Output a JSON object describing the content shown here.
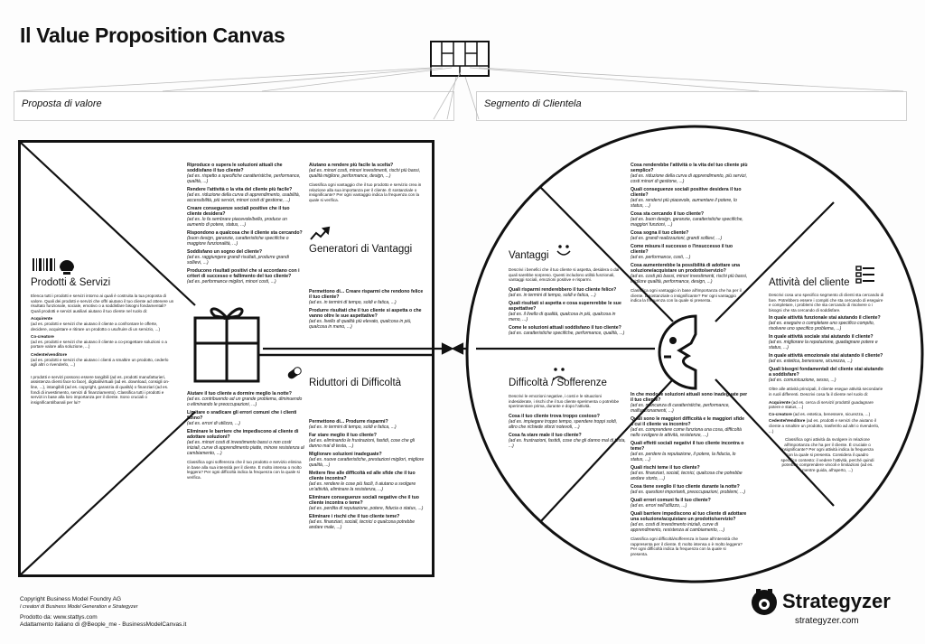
{
  "title": "Il Value Proposition Canvas",
  "banners": {
    "left": "Proposta di valore",
    "right": "Segmento di Clientela"
  },
  "vp": {
    "products": {
      "title": "Prodotti & Servizi",
      "text": "Elenca tutti i prodotti e servizi intorno ai quali è costruita la tua proposta di valore. Quali dei prodotti e servizi che offri aiutano il tuo cliente ad ottenere un risultato funzionale, sociale, emotivo o a soddisfare bisogni fondamentali? Quali prodotti e servizi ausiliari aiutano il tuo cliente nel ruolo di:",
      "roles": [
        {
          "name": "Acquirente",
          "text": "(ad es. prodotti e servizi che aiutano il cliente a confrontare le offerte, decidere, acquistare e ritirare un prodotto o usufruire di un servizio, ...)"
        },
        {
          "name": "Co-creatore",
          "text": "(ad es. prodotti e servizi che aiutano il cliente a co-progettare soluzioni o a portare valore alla soluzione, ...)"
        },
        {
          "name": "Cedente/venditore",
          "text": "(ad es. prodotti e servizi che aiutano i clienti a smaltire un prodotto, cederlo agli altri o rivenderlo, ...)"
        }
      ],
      "extra": "I prodotti e servizi possono essere tangibili (ad es. prodotti manufatturieri, assistenza clienti face to face), digitali/virtuali (ad es. download, consigli on-line, ...), intangibili (ad es. copyright, garanzia di qualità) o finanziari (ad es. fondi di investimento, servizi di finanziamento). Classifica tutti i prodotti e servizi in base alla loro importanza per il cliente. Sono cruciali o insignificanti/banali per lui?"
    },
    "gain_creators": {
      "title": "Generatori di Vantaggi",
      "questions": [
        {
          "q": "Riproduce o supera le soluzioni attuali che soddisfano il tuo cliente?",
          "hint": "(ad es. rispetto a specifiche caratteristiche, performance, qualità, ...)"
        },
        {
          "q": "Rendere l'attività o la vita del cliente più facile?",
          "hint": "(ad es. riduzione della curva di apprendimento, usabilità, accessibilità, più servizi, minori costi di gestione, ...)"
        },
        {
          "q": "Creare conseguenze sociali positive che il tuo cliente desidera?",
          "hint": "(ad es. lo fa sembrare piacevole/bello, produce un aumento di potere, status, ...)"
        },
        {
          "q": "Rispondono a qualcosa che il cliente sta cercando?",
          "hint": "(buon design, garanzie, caratteristiche specifiche o maggiore funzionalità, ...)"
        },
        {
          "q": "Soddisfano un sogno del cliente?",
          "hint": "(ad es. raggiungere grandi risultati, produrre grandi sollievi, ...)"
        },
        {
          "q": "Producono risultati positivi che si accordano con i criteri di successo e fallimento del tuo cliente?",
          "hint": "(ad es. performance migliori, minori costi, ...)"
        },
        {
          "q": "Aiutano a rendere più facile la scelta?",
          "hint": "(ad es. minori costi, minori investimenti, rischi più bassi, qualità migliore, performance, design, ...)"
        }
      ],
      "extra": "Classifica ogni vantaggio che il tuo prodotto e servizio crea in relazione alla sua importanza per il cliente. È sostanziale o insignificante? Per ogni vantaggio indica la frequenza con la quale si verifica.",
      "more": [
        {
          "q": "Permettono di... Creare risparmi che rendono felice il tuo cliente?",
          "hint": "(ad es. in termini di tempo, soldi e fatica, ...)"
        },
        {
          "q": "Produrre risultati che il tuo cliente si aspetta o che vanno oltre le sue aspettative?",
          "hint": "(ad es. livello di qualità più elevato, qualcosa in più, qualcosa in meno, ...)"
        }
      ]
    },
    "pain_relievers": {
      "title": "Riduttori di Difficoltà",
      "questions": [
        {
          "q": "Aiutare il tuo cliente a dormire meglio la notte?",
          "hint": "(ad es. contribuendo ad un grande problema, diminuendo o eliminando le preoccupazioni, ...)"
        },
        {
          "q": "Limitare o sradicare gli errori comuni che i clienti fanno?",
          "hint": "(ad es. errori di utilizzo, ...)"
        },
        {
          "q": "Eliminare le barriere che impediscono al cliente di adottare soluzioni?",
          "hint": "(ad es. minori costi di investimento bassi o non costi iniziali, curve di apprendimento piatte, minore resistenza al cambiamento, ...)"
        },
        {
          "q": "Permettono di... Produrre risparmi?",
          "hint": "(ad es. in termini di tempo, soldi e fatica, ...)"
        },
        {
          "q": "Far stare meglio il tuo cliente?",
          "hint": "(ad es. eliminando le frustrazioni, fastidi, cose che gli danno mal di testa, ...)"
        },
        {
          "q": "Migliorare soluzioni inadeguate?",
          "hint": "(ad es. nuove caratteristiche, prestazioni migliori, migliore qualità, ...)"
        },
        {
          "q": "Mettere fine alle difficoltà ed alle sfide che il tuo cliente incontra?",
          "hint": "(ad es. rendere le cose più facili, ti aiutano a svolgere un'attività, eliminare la resistenza, ...)"
        },
        {
          "q": "Eliminare conseguenze sociali negative che il tuo cliente incontra o teme?",
          "hint": "(ad es. perdita di reputazione, potere, fiducia o status, ...)"
        },
        {
          "q": "Eliminare i rischi che il tuo cliente teme?",
          "hint": "(ad es. finanziari, sociali, tecnici o qualcosa potrebbe andare male, ...)"
        }
      ],
      "extra": "Classifica ogni sofferenza che il tuo prodotto e servizio elimina in base alla sua intensità per il cliente. È molto intensa o molto leggera? Per ogni difficoltà indica la frequenza con la quale si verifica."
    }
  },
  "cs": {
    "gains": {
      "title": "Vantaggi",
      "text": "Descrivi i benefici che il tuo cliente si aspetta, desidera o dai quali sarebbe sorpreso. Questi includono utilità funzionali, vantaggi sociali, emozioni positive e risparmi.",
      "questions": [
        {
          "q": "Cosa renderebbe l'attività o la vita del tuo cliente più semplice?",
          "hint": "(ad es. riduzione della curva di apprendimento, più servizi, costi minori di gestione, ...)"
        },
        {
          "q": "Quali conseguenze sociali positive desidera il tuo cliente?",
          "hint": "(ad es. rendersi più piacevole, aumentare il potere, lo status, ...)"
        },
        {
          "q": "Cosa sta cercando il tuo cliente?",
          "hint": "(ad es. buon design, garanzie, caratteristiche specifiche, maggiori funzioni, ...)"
        },
        {
          "q": "Cosa sogna il tuo cliente?",
          "hint": "(ad es. grandi realizzazioni, grandi sollievi, ...)"
        },
        {
          "q": "Come misura il successo o l'insuccesso il tuo cliente?",
          "hint": "(ad es. performance, costi, ...)"
        },
        {
          "q": "Cosa aumenterebbe la possibilità di adottare una soluzione/acquistare un prodotto/servizio?",
          "hint": "(ad es. costi più bassi, minori investimenti, rischi più bassi, migliore qualità, performance, design, ...)"
        },
        {
          "q": "Quali risparmi renderebbero il tuo cliente felice?",
          "hint": "(ad es. in termini di tempo, soldi e fatica, ...)"
        },
        {
          "q": "Quali risultati si aspetta e cosa supererebbe le sue aspettative?",
          "hint": "(ad es. il livello di qualità, qualcosa in più, qualcosa in meno, ...)"
        },
        {
          "q": "Come le soluzioni attuali soddisfano il tuo cliente?",
          "hint": "(ad es. caratteristiche specifiche, performance, qualità, ...)"
        }
      ],
      "extra": "Classifica ogni vantaggio in base all'importanza che ha per il cliente. È sostanziale o insignificante? Per ogni vantaggio indica la frequenza con la quale si presenta."
    },
    "pains": {
      "title": "Difficoltà / Sofferenze",
      "text": "Descrivi le emozioni negative, i costi e le situazioni indesiderate, i rischi che il tuo cliente sperimenta o potrebbe sperimentare prima, durante e dopo l'attività.",
      "questions": [
        {
          "q": "Cosa il tuo cliente trova troppo costoso?",
          "hint": "(ad es. impiegare troppo tempo, spendere troppi soldi, altro che richiede sforzi notevoli, ...)"
        },
        {
          "q": "Cosa fa stare male il tuo cliente?",
          "hint": "(ad es. frustrazioni, fastidi, cose che gli danno mal di testa, ...)"
        },
        {
          "q": "In che modo le soluzioni attuali sono inadeguate per il tuo cliente?",
          "hint": "(ad es. mancanza di caratteristiche, performance, malfunzionamenti, ...)"
        },
        {
          "q": "Quali sono le maggiori difficoltà e le maggiori sfide a cui il cliente va incontro?",
          "hint": "(ad es. comprendere come funziona una cosa, difficoltà nello svolgere le attività, resistenze, ...)"
        },
        {
          "q": "Quali effetti sociali negativi il tuo cliente incontra o teme?",
          "hint": "(ad es. perdere la reputazione, il potere, la fiducia, lo status, ...)"
        },
        {
          "q": "Quali rischi teme il tuo cliente?",
          "hint": "(ad es. finanziari, sociali, tecnici, qualcosa che potrebbe andare storto, ...)"
        },
        {
          "q": "Cosa tiene sveglio il tuo cliente durante la notte?",
          "hint": "(ad es. questioni importanti, preoccupazioni, problemi, ...)"
        },
        {
          "q": "Quali errori comuni fa il tuo cliente?",
          "hint": "(ad es. errori nell'utilizzo, ...)"
        },
        {
          "q": "Quali barriere impediscono al tuo cliente di adottare una soluzione/acquistare un prodotto/servizio?",
          "hint": "(ad es. costi di investimento iniziali, curve di apprendimento, resistenza al cambiamento, ...)"
        }
      ],
      "extra": "Classifica ogni difficoltà/sofferenza in base all'intensità che rappresenta per il cliente. È molto intensa o è molto leggera? Per ogni difficoltà indica la frequenza con la quale si presenta."
    },
    "jobs": {
      "title": "Attività del cliente",
      "text": "Descrivi cosa uno specifico segmento di clienti sta cercando di fare. Potrebbero essere i compiti che sta cercando di eseguire e completare, i problemi che sta cercando di risolvere o i bisogni che sta cercando di soddisfare.",
      "questions": [
        {
          "q": "In quale attività funzionale stai aiutando il cliente?",
          "hint": "(ad es. eseguire o completare uno specifico compito, risolvere uno specifico problema, ...)"
        },
        {
          "q": "In quale attività sociale stai aiutando il cliente?",
          "hint": "(ad es. migliorare la reputazione, guadagnare potere e status, ...)"
        },
        {
          "q": "In quale attività emozionale stai aiutando il cliente?",
          "hint": "(ad es. estetica, benessere, sicurezza, ...)"
        },
        {
          "q": "Quali bisogni fondamentali del cliente stai aiutando a soddisfare?",
          "hint": "(ad es. comunicazione, sesso, ...)"
        }
      ],
      "roles_intro": "Oltre alle attività principali, il cliente esegue attività secondarie in ruoli differenti. Descrivi cosa fa il cliente nel ruolo di:",
      "roles": [
        {
          "name": "Acquirente",
          "text": "(ad es. cerca di servizi/ prodotti/ guadagnare potere e status, ...)"
        },
        {
          "name": "Co-creatore",
          "text": "(ad es. estetica, benessere, sicurezza, ...)"
        },
        {
          "name": "Cedente/Venditore",
          "text": "(ad es. prodotti e servizi che aiutano il cliente a smaltire un prodotto, trasferirlo ad altri o rivenderlo, ...)"
        }
      ],
      "extra": "Classifica ogni attività da svolgere in relazione all'importanza che ha per il cliente. È cruciale o insignificante? Per ogni attività indica la frequenza con la quale si presenta. Considera il quadro specifico contesto: il vedere l'attività, perché quindi potrebbe comprendere vincoli e limitazioni (ad es. mentre guida, all'aperto, ...)"
    }
  },
  "footer": {
    "copyright": "Copyright Business Model Foundry AG",
    "makers": "I creatori di Business Model Generation e Strategyzer",
    "produced": "Prodotto da: www.stattys.com",
    "adapted": "Adattamento italiano di @Beople_me - BusinessModelCanvas.it",
    "brand": "Strategyzer",
    "url": "strategyzer.com"
  }
}
